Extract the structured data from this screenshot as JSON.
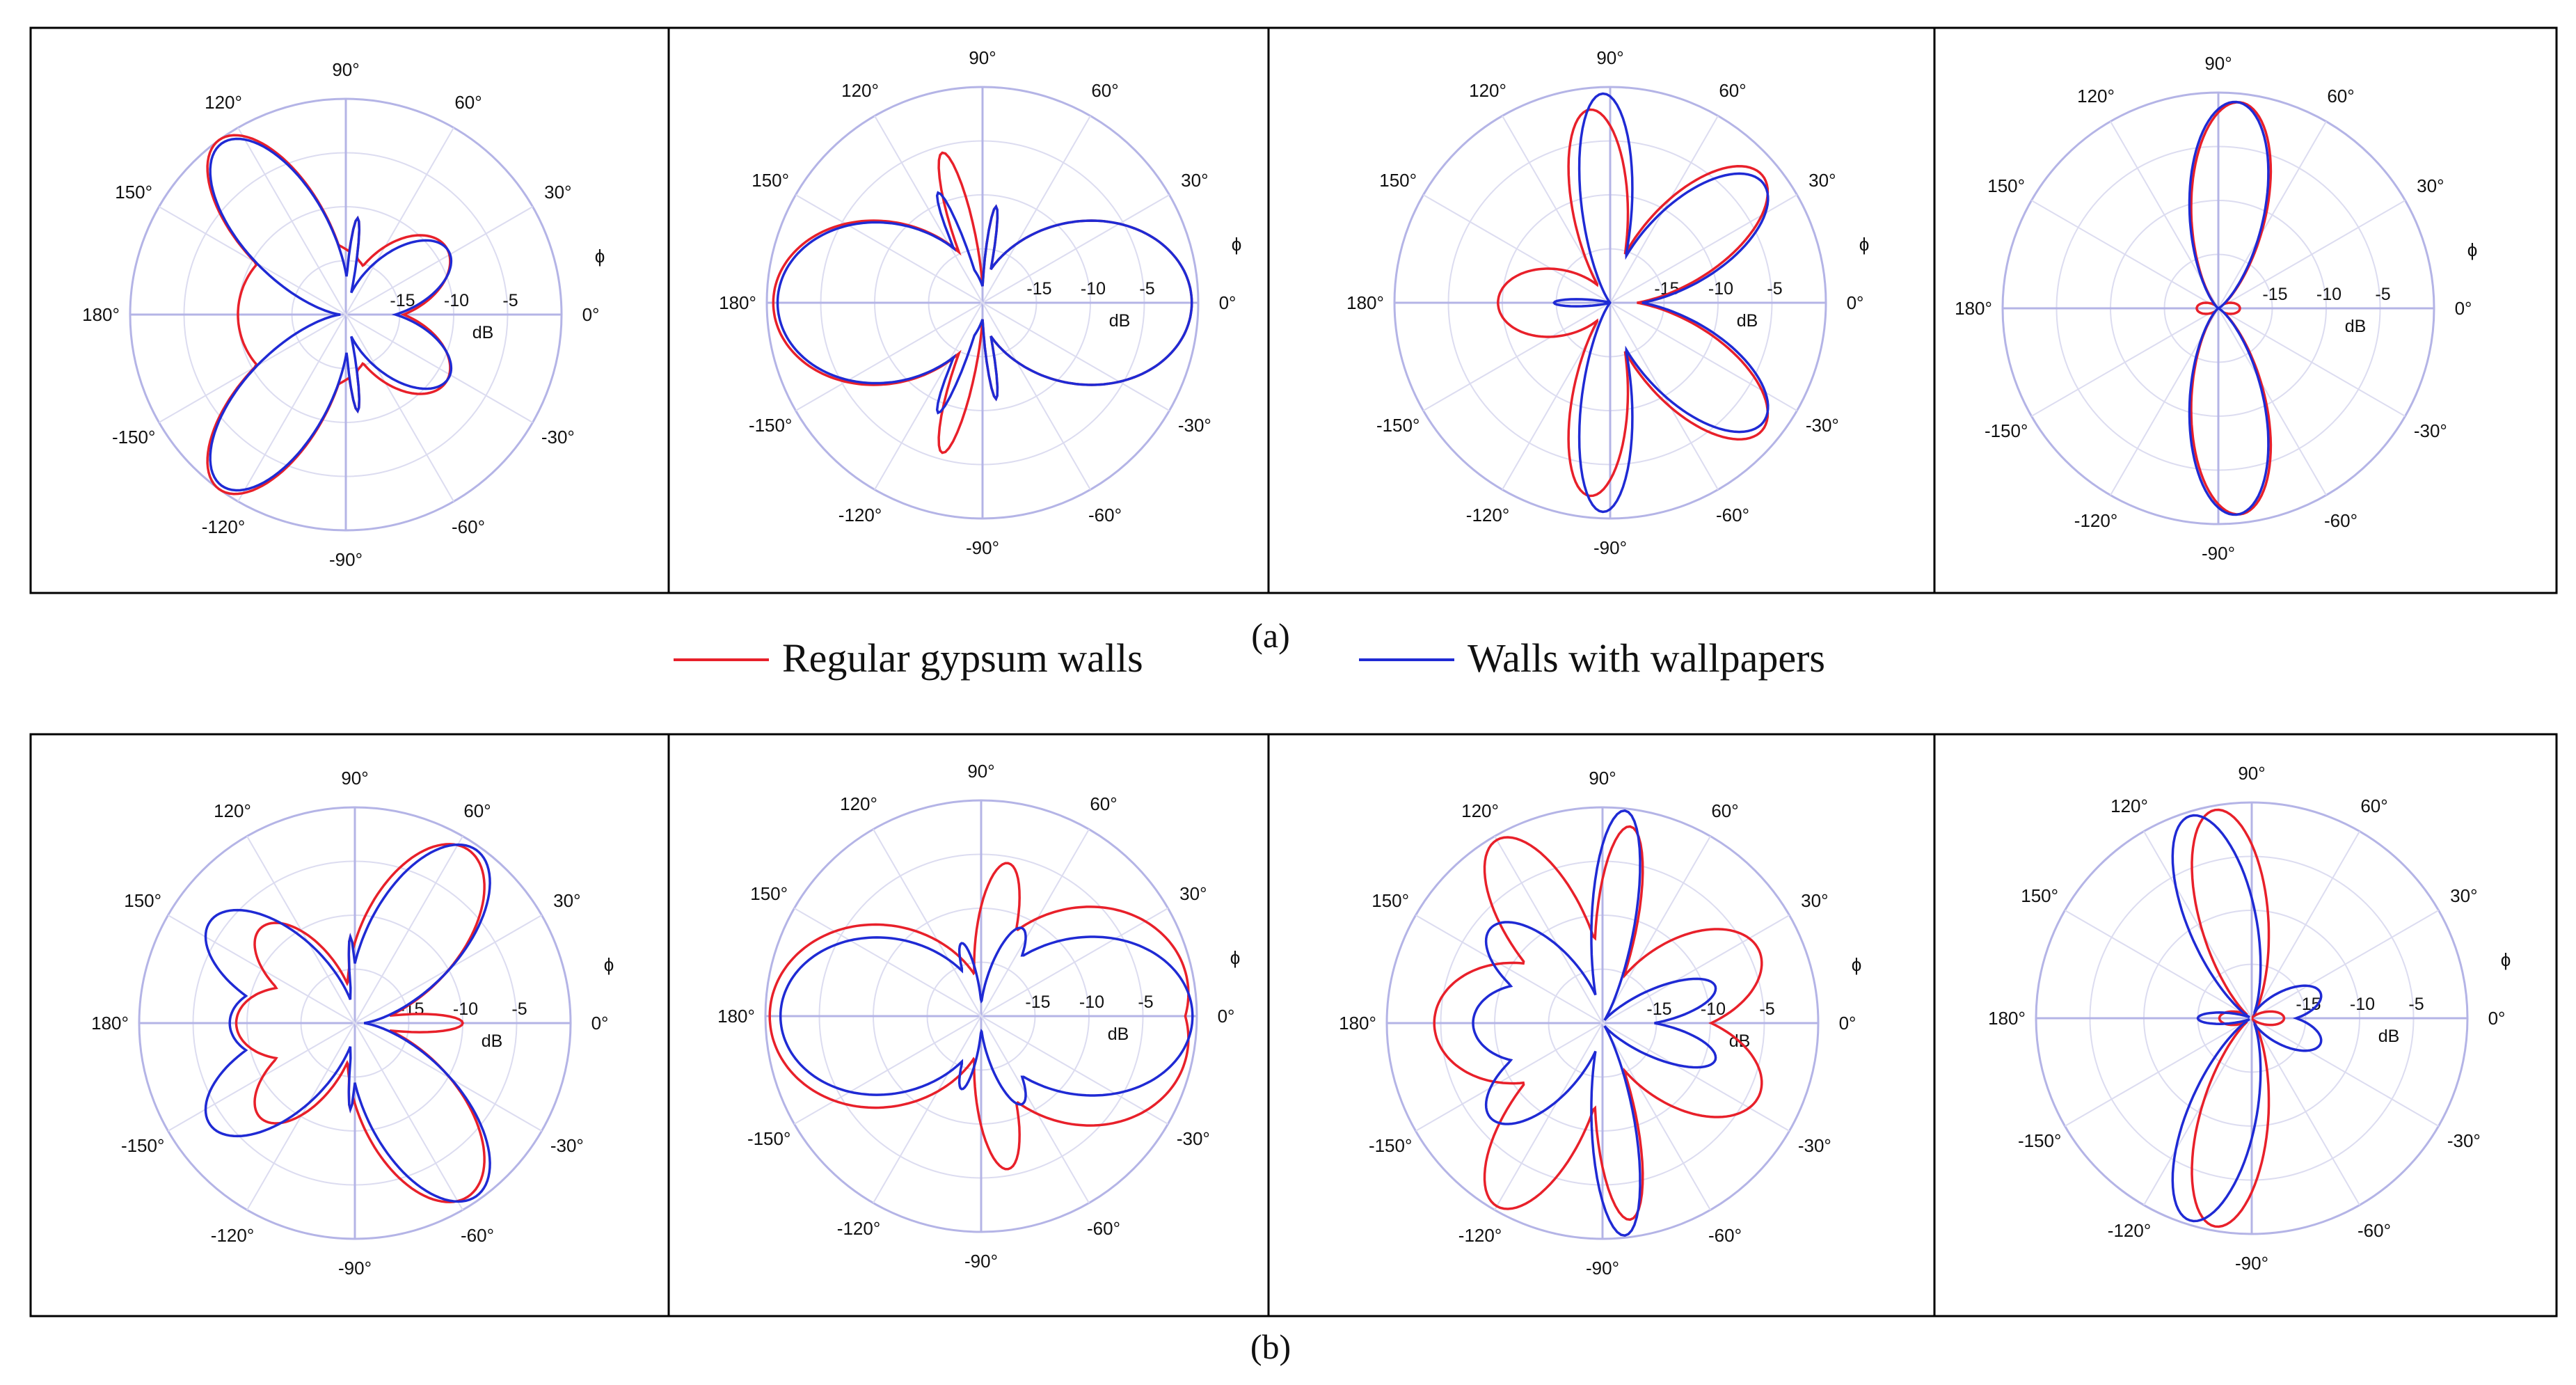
{
  "figure": {
    "row_labels": [
      "(a)",
      "(b)"
    ],
    "legend": [
      {
        "label": "Regular gypsum walls",
        "color": "#e8202a"
      },
      {
        "label": "Walls with wallpapers",
        "color": "#1f2ad4"
      }
    ],
    "grid_color": "#b4b4e6"
  },
  "polar": {
    "angle_labels": [
      "0°",
      "30°",
      "60°",
      "90°",
      "120°",
      "150°",
      "180°",
      "-150°",
      "-120°",
      "-90°",
      "-60°",
      "-30°"
    ],
    "radial_labels": [
      "-15",
      "-10",
      "-5"
    ],
    "unit_label": "dB",
    "phi_label": "ϕ"
  },
  "chart_data": [
    {
      "type": "polar-line",
      "row": "a",
      "panel": 1,
      "rlim_db": [
        -20,
        0
      ],
      "series": [
        {
          "name": "Regular gypsum walls",
          "lobes": [
            {
              "angle": 126,
              "level": 1.0,
              "width": 20
            },
            {
              "angle": -126,
              "level": 1.0,
              "width": 20
            },
            {
              "angle": 34,
              "level": 0.56,
              "width": 28
            },
            {
              "angle": -34,
              "level": 0.56,
              "width": 28
            },
            {
              "angle": 83,
              "level": 0.45,
              "width": 4
            },
            {
              "angle": -83,
              "level": 0.45,
              "width": 4
            },
            {
              "angle": 180,
              "level": 0.5,
              "width": 90
            }
          ]
        },
        {
          "name": "Walls with wallpapers",
          "lobes": [
            {
              "angle": 126,
              "level": 0.98,
              "width": 20
            },
            {
              "angle": -126,
              "level": 0.98,
              "width": 20
            },
            {
              "angle": 32,
              "level": 0.56,
              "width": 24
            },
            {
              "angle": -32,
              "level": 0.56,
              "width": 24
            },
            {
              "angle": 83,
              "level": 0.45,
              "width": 4
            },
            {
              "angle": -83,
              "level": 0.45,
              "width": 4
            }
          ]
        }
      ]
    },
    {
      "type": "polar-line",
      "row": "a",
      "panel": 2,
      "rlim_db": [
        -20,
        0
      ],
      "series": [
        {
          "name": "Regular gypsum walls",
          "lobes": [
            {
              "angle": 180,
              "level": 0.97,
              "width": 40
            },
            {
              "angle": 0,
              "level": 0.97,
              "width": 40
            },
            {
              "angle": 105,
              "level": 0.72,
              "width": 7
            },
            {
              "angle": -105,
              "level": 0.72,
              "width": 7
            },
            {
              "angle": 82,
              "level": 0.45,
              "width": 4
            },
            {
              "angle": -82,
              "level": 0.45,
              "width": 4
            }
          ]
        },
        {
          "name": "Walls with wallpapers",
          "lobes": [
            {
              "angle": 180,
              "level": 0.95,
              "width": 40
            },
            {
              "angle": 0,
              "level": 0.97,
              "width": 40
            },
            {
              "angle": 112,
              "level": 0.55,
              "width": 5
            },
            {
              "angle": -112,
              "level": 0.55,
              "width": 5
            },
            {
              "angle": 82,
              "level": 0.45,
              "width": 4
            },
            {
              "angle": -82,
              "level": 0.45,
              "width": 4
            }
          ]
        }
      ]
    },
    {
      "type": "polar-line",
      "row": "a",
      "panel": 3,
      "rlim_db": [
        -20,
        0
      ],
      "series": [
        {
          "name": "Regular gypsum walls",
          "lobes": [
            {
              "angle": 96,
              "level": 0.9,
              "width": 14
            },
            {
              "angle": -96,
              "level": 0.9,
              "width": 14
            },
            {
              "angle": 40,
              "level": 0.92,
              "width": 20
            },
            {
              "angle": -40,
              "level": 0.92,
              "width": 20
            },
            {
              "angle": 180,
              "level": 0.52,
              "width": 30
            }
          ]
        },
        {
          "name": "Walls with wallpapers",
          "lobes": [
            {
              "angle": 92,
              "level": 0.97,
              "width": 12
            },
            {
              "angle": -92,
              "level": 0.97,
              "width": 12
            },
            {
              "angle": 38,
              "level": 0.9,
              "width": 20
            },
            {
              "angle": -38,
              "level": 0.9,
              "width": 20
            },
            {
              "angle": 180,
              "level": 0.26,
              "width": 6
            }
          ]
        }
      ]
    },
    {
      "type": "polar-line",
      "row": "a",
      "panel": 4,
      "rlim_db": [
        -20,
        0
      ],
      "series": [
        {
          "name": "Regular gypsum walls",
          "lobes": [
            {
              "angle": 84,
              "level": 0.96,
              "width": 18
            },
            {
              "angle": -84,
              "level": 0.96,
              "width": 18
            },
            {
              "angle": 0,
              "level": 0.1,
              "width": 25
            },
            {
              "angle": 180,
              "level": 0.1,
              "width": 25
            }
          ]
        },
        {
          "name": "Walls with wallpapers",
          "lobes": [
            {
              "angle": 85,
              "level": 0.96,
              "width": 18
            },
            {
              "angle": -85,
              "level": 0.96,
              "width": 18
            }
          ]
        }
      ]
    },
    {
      "type": "polar-line",
      "row": "b",
      "panel": 1,
      "rlim_db": [
        -20,
        0
      ],
      "series": [
        {
          "name": "Regular gypsum walls",
          "lobes": [
            {
              "angle": 57,
              "level": 0.96,
              "width": 24
            },
            {
              "angle": -57,
              "level": 0.96,
              "width": 24
            },
            {
              "angle": 135,
              "level": 0.62,
              "width": 22
            },
            {
              "angle": -135,
              "level": 0.62,
              "width": 22
            },
            {
              "angle": 180,
              "level": 0.55,
              "width": 30
            },
            {
              "angle": 0,
              "level": 0.5,
              "width": 8
            },
            {
              "angle": 93,
              "level": 0.4,
              "width": 3
            },
            {
              "angle": -93,
              "level": 0.4,
              "width": 3
            }
          ]
        },
        {
          "name": "Walls with wallpapers",
          "lobes": [
            {
              "angle": 55,
              "level": 0.98,
              "width": 22
            },
            {
              "angle": -55,
              "level": 0.98,
              "width": 22
            },
            {
              "angle": 145,
              "level": 0.82,
              "width": 22
            },
            {
              "angle": -145,
              "level": 0.82,
              "width": 22
            },
            {
              "angle": 180,
              "level": 0.58,
              "width": 30
            },
            {
              "angle": 93,
              "level": 0.4,
              "width": 3
            },
            {
              "angle": -93,
              "level": 0.4,
              "width": 3
            }
          ]
        }
      ]
    },
    {
      "type": "polar-line",
      "row": "b",
      "panel": 2,
      "rlim_db": [
        -20,
        0
      ],
      "series": [
        {
          "name": "Regular gypsum walls",
          "lobes": [
            {
              "angle": 180,
              "level": 0.98,
              "width": 45
            },
            {
              "angle": 10,
              "level": 0.97,
              "width": 45
            },
            {
              "angle": -10,
              "level": 0.97,
              "width": 45
            },
            {
              "angle": 80,
              "level": 0.72,
              "width": 12
            },
            {
              "angle": -80,
              "level": 0.72,
              "width": 12
            }
          ]
        },
        {
          "name": "Walls with wallpapers",
          "lobes": [
            {
              "angle": 180,
              "level": 0.93,
              "width": 40
            },
            {
              "angle": 0,
              "level": 0.98,
              "width": 38
            },
            {
              "angle": 65,
              "level": 0.45,
              "width": 12
            },
            {
              "angle": -65,
              "level": 0.45,
              "width": 12
            },
            {
              "angle": 105,
              "level": 0.35,
              "width": 8
            },
            {
              "angle": -105,
              "level": 0.35,
              "width": 8
            }
          ]
        }
      ]
    },
    {
      "type": "polar-line",
      "row": "b",
      "panel": 3,
      "rlim_db": [
        -20,
        0
      ],
      "series": [
        {
          "name": "Regular gypsum walls",
          "lobes": [
            {
              "angle": 120,
              "level": 0.98,
              "width": 18
            },
            {
              "angle": -120,
              "level": 0.98,
              "width": 18
            },
            {
              "angle": 82,
              "level": 0.92,
              "width": 10
            },
            {
              "angle": -82,
              "level": 0.92,
              "width": 10
            },
            {
              "angle": 25,
              "level": 0.8,
              "width": 26
            },
            {
              "angle": -25,
              "level": 0.8,
              "width": 26
            },
            {
              "angle": 180,
              "level": 0.78,
              "width": 36
            }
          ]
        },
        {
          "name": "Walls with wallpapers",
          "lobes": [
            {
              "angle": 84,
              "level": 0.99,
              "width": 10
            },
            {
              "angle": -84,
              "level": 0.99,
              "width": 10
            },
            {
              "angle": 140,
              "level": 0.68,
              "width": 20
            },
            {
              "angle": -140,
              "level": 0.68,
              "width": 20
            },
            {
              "angle": 180,
              "level": 0.6,
              "width": 30
            },
            {
              "angle": 18,
              "level": 0.55,
              "width": 14
            },
            {
              "angle": -18,
              "level": 0.55,
              "width": 14
            }
          ]
        }
      ]
    },
    {
      "type": "polar-line",
      "row": "b",
      "panel": 4,
      "rlim_db": [
        -20,
        0
      ],
      "series": [
        {
          "name": "Regular gypsum walls",
          "lobes": [
            {
              "angle": 100,
              "level": 0.98,
              "width": 16
            },
            {
              "angle": -100,
              "level": 0.98,
              "width": 16
            },
            {
              "angle": 0,
              "level": 0.15,
              "width": 20
            },
            {
              "angle": 180,
              "level": 0.15,
              "width": 20
            }
          ]
        },
        {
          "name": "Walls with wallpapers",
          "lobes": [
            {
              "angle": 107,
              "level": 0.98,
              "width": 16
            },
            {
              "angle": -107,
              "level": 0.98,
              "width": 16
            },
            {
              "angle": 20,
              "level": 0.34,
              "width": 20
            },
            {
              "angle": -20,
              "level": 0.34,
              "width": 20
            },
            {
              "angle": 180,
              "level": 0.25,
              "width": 10
            }
          ]
        }
      ]
    }
  ]
}
